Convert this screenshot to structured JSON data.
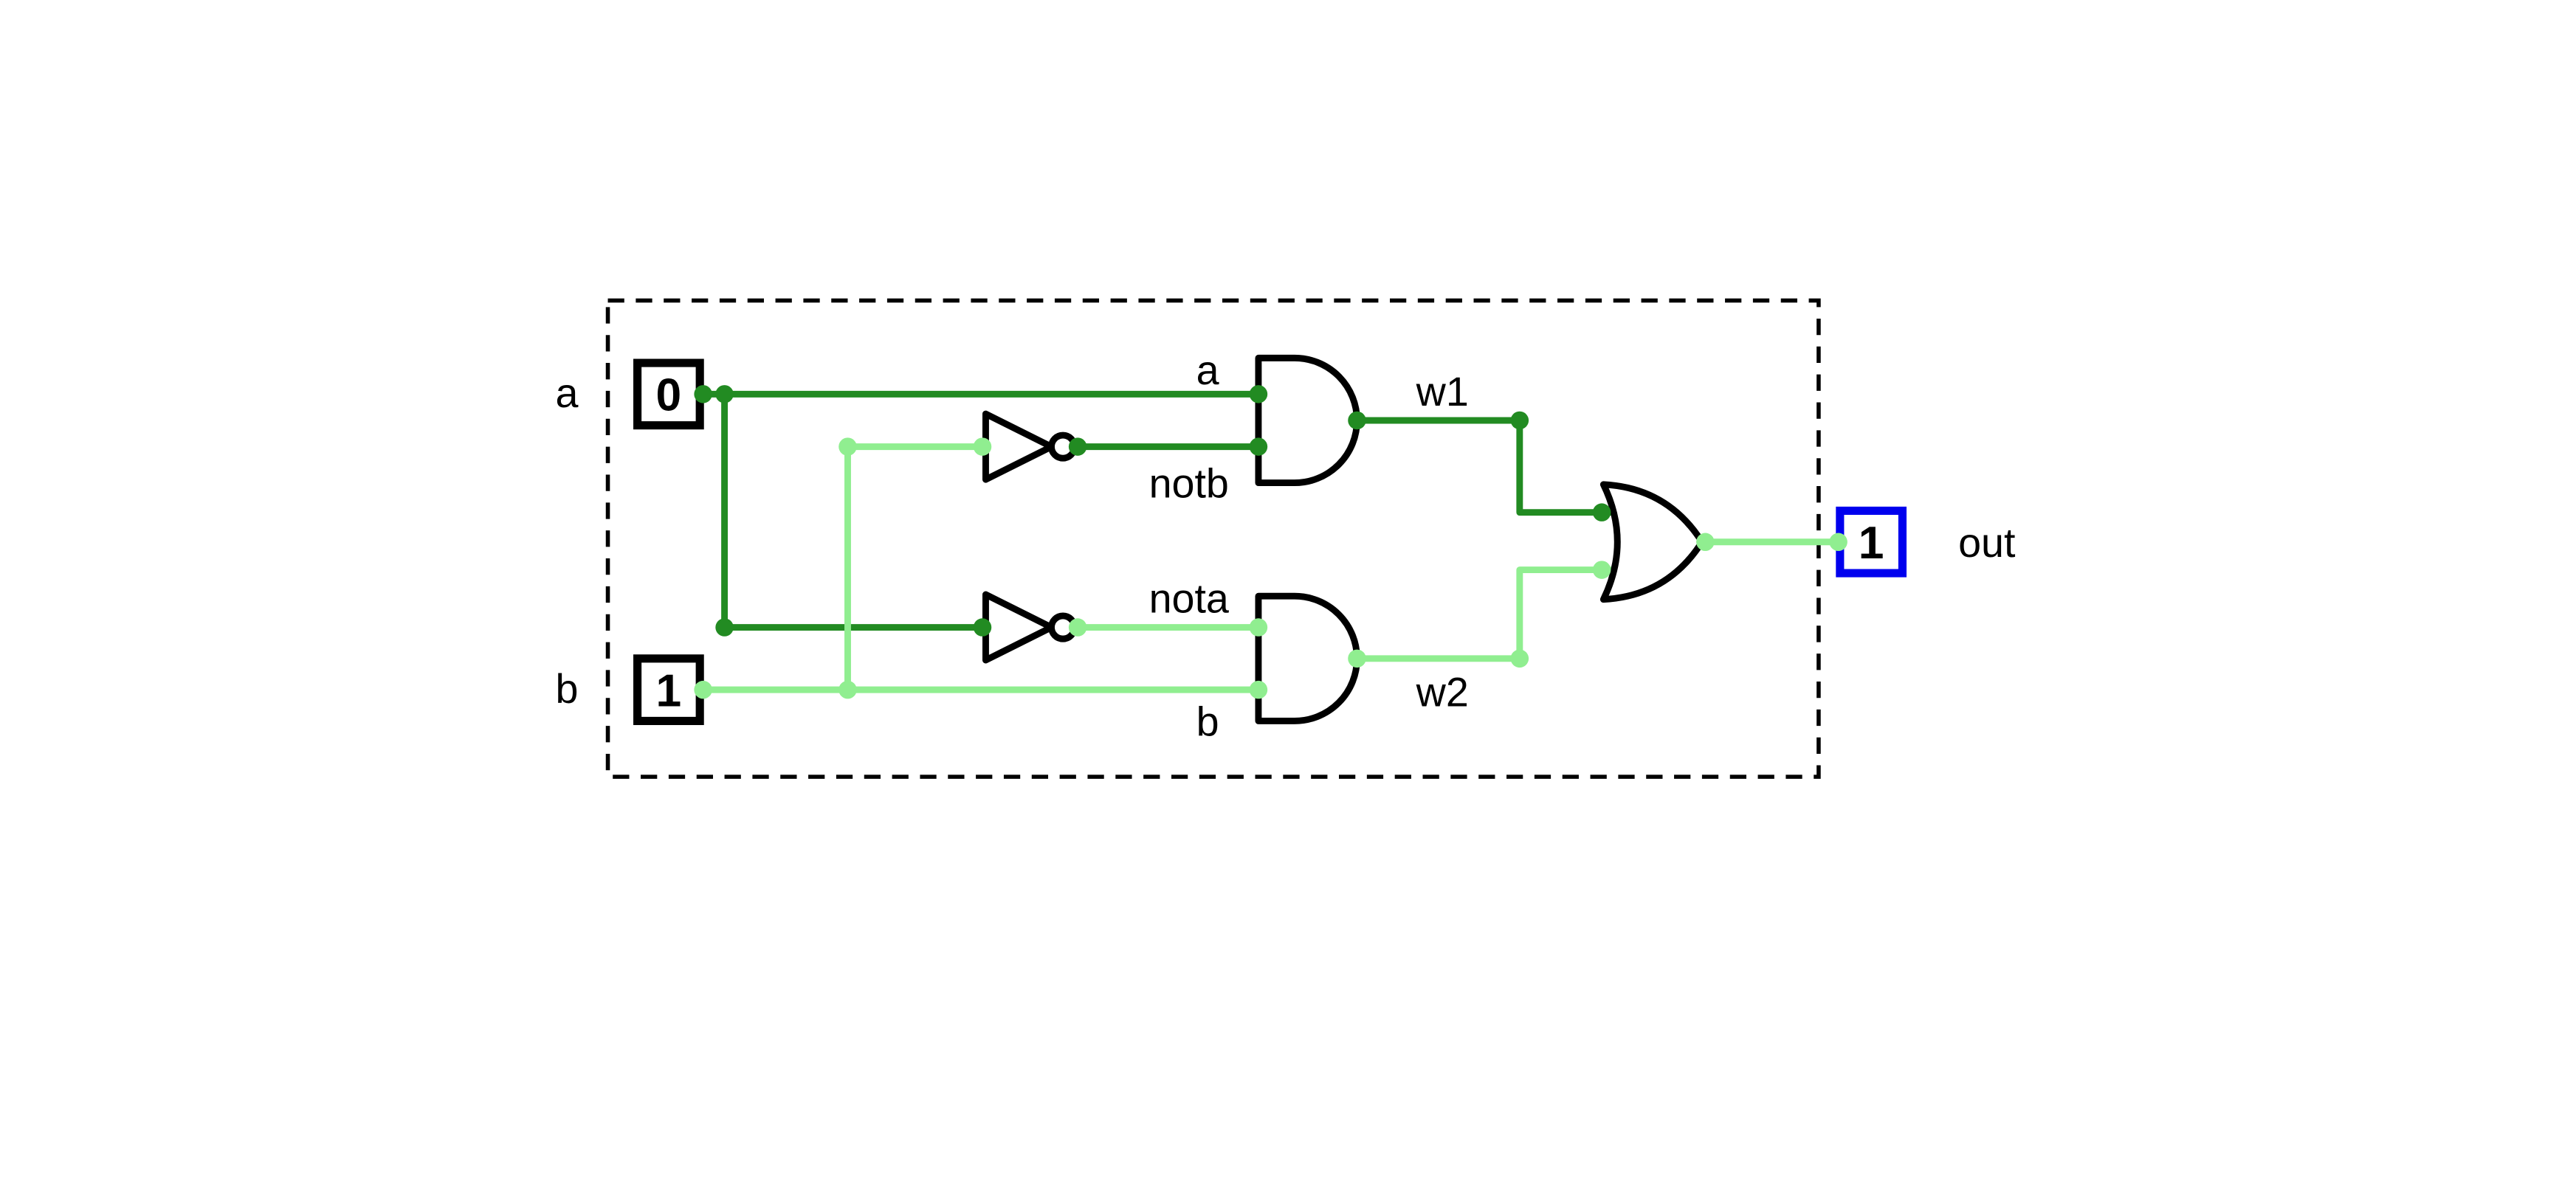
{
  "colors": {
    "low": "#228B22",
    "high": "#90EE90",
    "ink": "#000000",
    "input_box_border": "#000000",
    "output_box_border": "#0000ee",
    "background": "#ffffff"
  },
  "ports": {
    "a": {
      "label": "a",
      "value": "0",
      "value_color": "#228B22"
    },
    "b": {
      "label": "b",
      "value": "1",
      "value_color": "#90EE90"
    },
    "out": {
      "label": "out",
      "value": "1",
      "value_color": "#228B22"
    }
  },
  "nets": {
    "a": {
      "label": "a",
      "state": 0,
      "color": "#228B22"
    },
    "b": {
      "label": "b",
      "state": 1,
      "color": "#90EE90"
    },
    "notb": {
      "label": "notb",
      "state": 0,
      "color": "#228B22"
    },
    "nota": {
      "label": "nota",
      "state": 1,
      "color": "#90EE90"
    },
    "w1": {
      "label": "w1",
      "state": 0,
      "color": "#228B22"
    },
    "w2": {
      "label": "w2",
      "state": 1,
      "color": "#90EE90"
    },
    "out": {
      "label": "out",
      "state": 1,
      "color": "#90EE90"
    }
  },
  "gates": [
    {
      "type": "NOT",
      "inputs": [
        "b"
      ],
      "output": "notb"
    },
    {
      "type": "NOT",
      "inputs": [
        "a"
      ],
      "output": "nota"
    },
    {
      "type": "AND",
      "inputs": [
        "a",
        "notb"
      ],
      "output": "w1"
    },
    {
      "type": "AND",
      "inputs": [
        "nota",
        "b"
      ],
      "output": "w2"
    },
    {
      "type": "OR",
      "inputs": [
        "w1",
        "w2"
      ],
      "output": "out"
    }
  ]
}
